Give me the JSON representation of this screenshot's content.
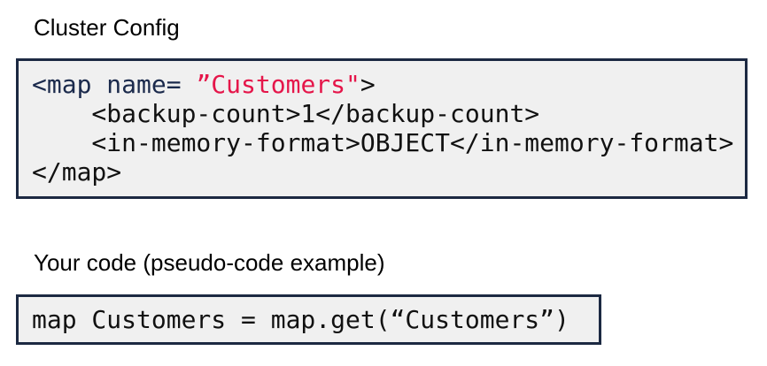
{
  "colors": {
    "background": "#ffffff",
    "heading_text": "#000000",
    "code_background": "#f0f0f0",
    "code_border": "#1c2942",
    "code_default_text": "#111111",
    "xml_tag_navy": "#1b2a4c",
    "attr_value_red": "#e5164a"
  },
  "cluster_config": {
    "heading": "Cluster Config",
    "code": {
      "line1_tag_open": "<map name= ",
      "line1_attr_value": "”Customers\"",
      "line1_close_bracket": ">",
      "line2": "    <backup-count>1</backup-count>",
      "line3": "    <in-memory-format>OBJECT</in-memory-format>",
      "line4": "</map>"
    }
  },
  "your_code": {
    "heading": "Your code (pseudo-code example)",
    "code_line": "map Customers = map.get(“Customers”)"
  }
}
